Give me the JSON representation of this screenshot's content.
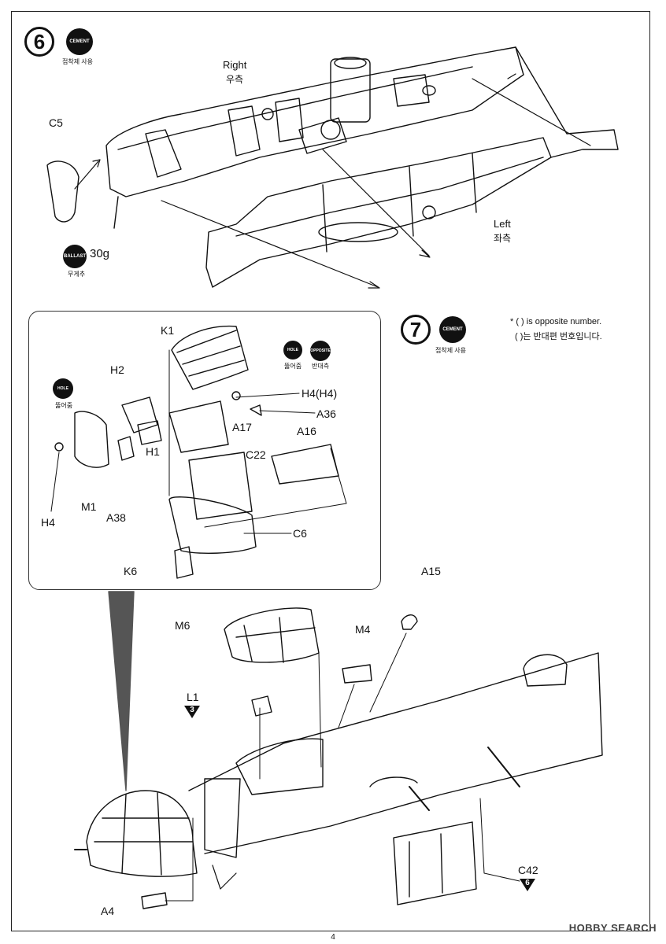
{
  "step6": {
    "number": "6",
    "cement_label": "CEMENT",
    "cement_kr": "접착제 사용",
    "right_en": "Right",
    "right_kr": "우측",
    "left_en": "Left",
    "left_kr": "좌측",
    "part_c5": "C5",
    "ballast_label": "BALLAST",
    "ballast_kr": "무게추",
    "ballast_weight": "30g"
  },
  "step7": {
    "number": "7",
    "cement_label": "CEMENT",
    "cement_kr": "접착제 사용",
    "note_en": "* (   ) is opposite number.",
    "note_kr": "(   )는 반대편 번호입니다.",
    "hole_label": "HOLE",
    "hole_kr": "뚫어줌",
    "opposite_label": "OPPOSITE",
    "opposite_kr": "반대측",
    "parts": {
      "k1": "K1",
      "h2": "H2",
      "h1": "H1",
      "h4a": "H4",
      "h4b": "H4(H4)",
      "m1": "M1",
      "a38": "A38",
      "a17": "A17",
      "a36": "A36",
      "a16": "A16",
      "c22": "C22",
      "c6": "C6",
      "k6": "K6"
    },
    "lower_parts": {
      "a15": "A15",
      "m6": "M6",
      "m4": "M4",
      "l1": "L1",
      "l1_ref": "3",
      "c42": "C42",
      "c42_ref": "6",
      "a4": "A4"
    }
  },
  "footer": {
    "page": "4",
    "watermark": "HOBBY SEARCH"
  }
}
